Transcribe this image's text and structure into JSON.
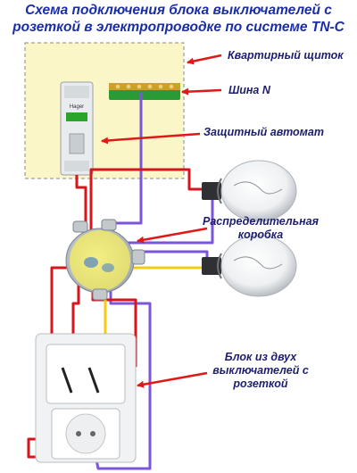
{
  "title": {
    "line1": "Схема подключения блока выключателей с",
    "line2": "розеткой в электропроводке по системе TN-C"
  },
  "labels": {
    "panel": "Квартирный щиток",
    "bus": "Шина N",
    "breaker": "Защитный автомат",
    "junction_line1": "Распределительная",
    "junction_line2": "коробка",
    "block_line1": "Блок из двух",
    "block_line2": "выключателей с",
    "block_line3": "розеткой"
  },
  "breaker_brand": "Hager",
  "colors": {
    "title": "#1a2da8",
    "label": "#1e1e6e",
    "arrow": "#e01818",
    "panel_fill": "#fbf6c8",
    "phase_wire": "#d8141c",
    "neutral_wire": "#7b56d8",
    "switched_wire": "#f2cc10",
    "bus_bar": "#2a9a36"
  },
  "icons": [
    "lamp-icon",
    "breaker-icon",
    "bus-bar-icon",
    "junction-box-icon",
    "switch-icon",
    "socket-icon"
  ]
}
